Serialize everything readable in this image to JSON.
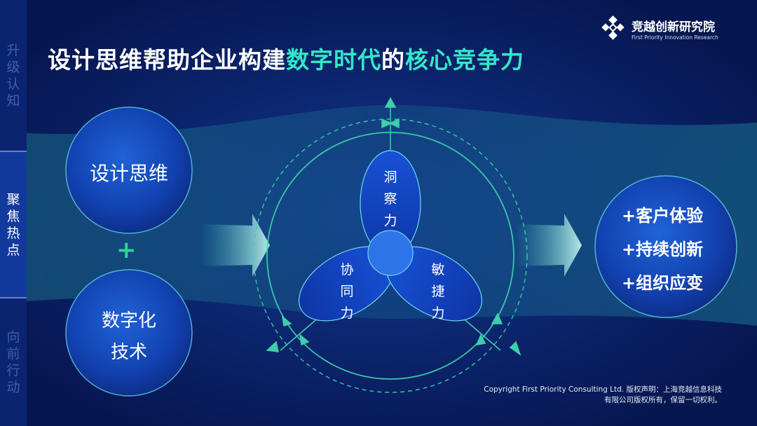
{
  "sidebar": {
    "sections": [
      {
        "label": "升级认知",
        "chars": [
          "升",
          "级",
          "认",
          "知"
        ],
        "active": false
      },
      {
        "label": "聚焦热点",
        "chars": [
          "聚",
          "焦",
          "热",
          "点"
        ],
        "active": true
      },
      {
        "label": "向前行动",
        "chars": [
          "向",
          "前",
          "行",
          "动"
        ],
        "active": false
      }
    ]
  },
  "header": {
    "title_part1": "设计思维帮助企业构建",
    "title_highlight": "数字时代",
    "title_part2": "的",
    "title_highlight2": "核心竞争力"
  },
  "logo": {
    "name": "竞越创新研究院",
    "english": "First Priority Innovation Research"
  },
  "inputs": {
    "top": "设计思维",
    "plus": "+",
    "bottom_line1": "数字化",
    "bottom_line2": "技术"
  },
  "petals": {
    "top": [
      "洞",
      "察",
      "力"
    ],
    "left": [
      "协",
      "同",
      "力"
    ],
    "right": [
      "敏",
      "捷",
      "力"
    ]
  },
  "outcomes": [
    "+客户体验",
    "+持续创新",
    "+组织应变"
  ],
  "footer": {
    "line1": "Copyright First Priority Consulting Ltd.  版权声明：上海竞越信息科技",
    "line2": "有限公司版权所有，保留一切权利。"
  },
  "colors": {
    "background": "#071a57",
    "accent": "#34e6c8",
    "plus": "#2fd596",
    "sidebar_active": "#123a9c"
  }
}
